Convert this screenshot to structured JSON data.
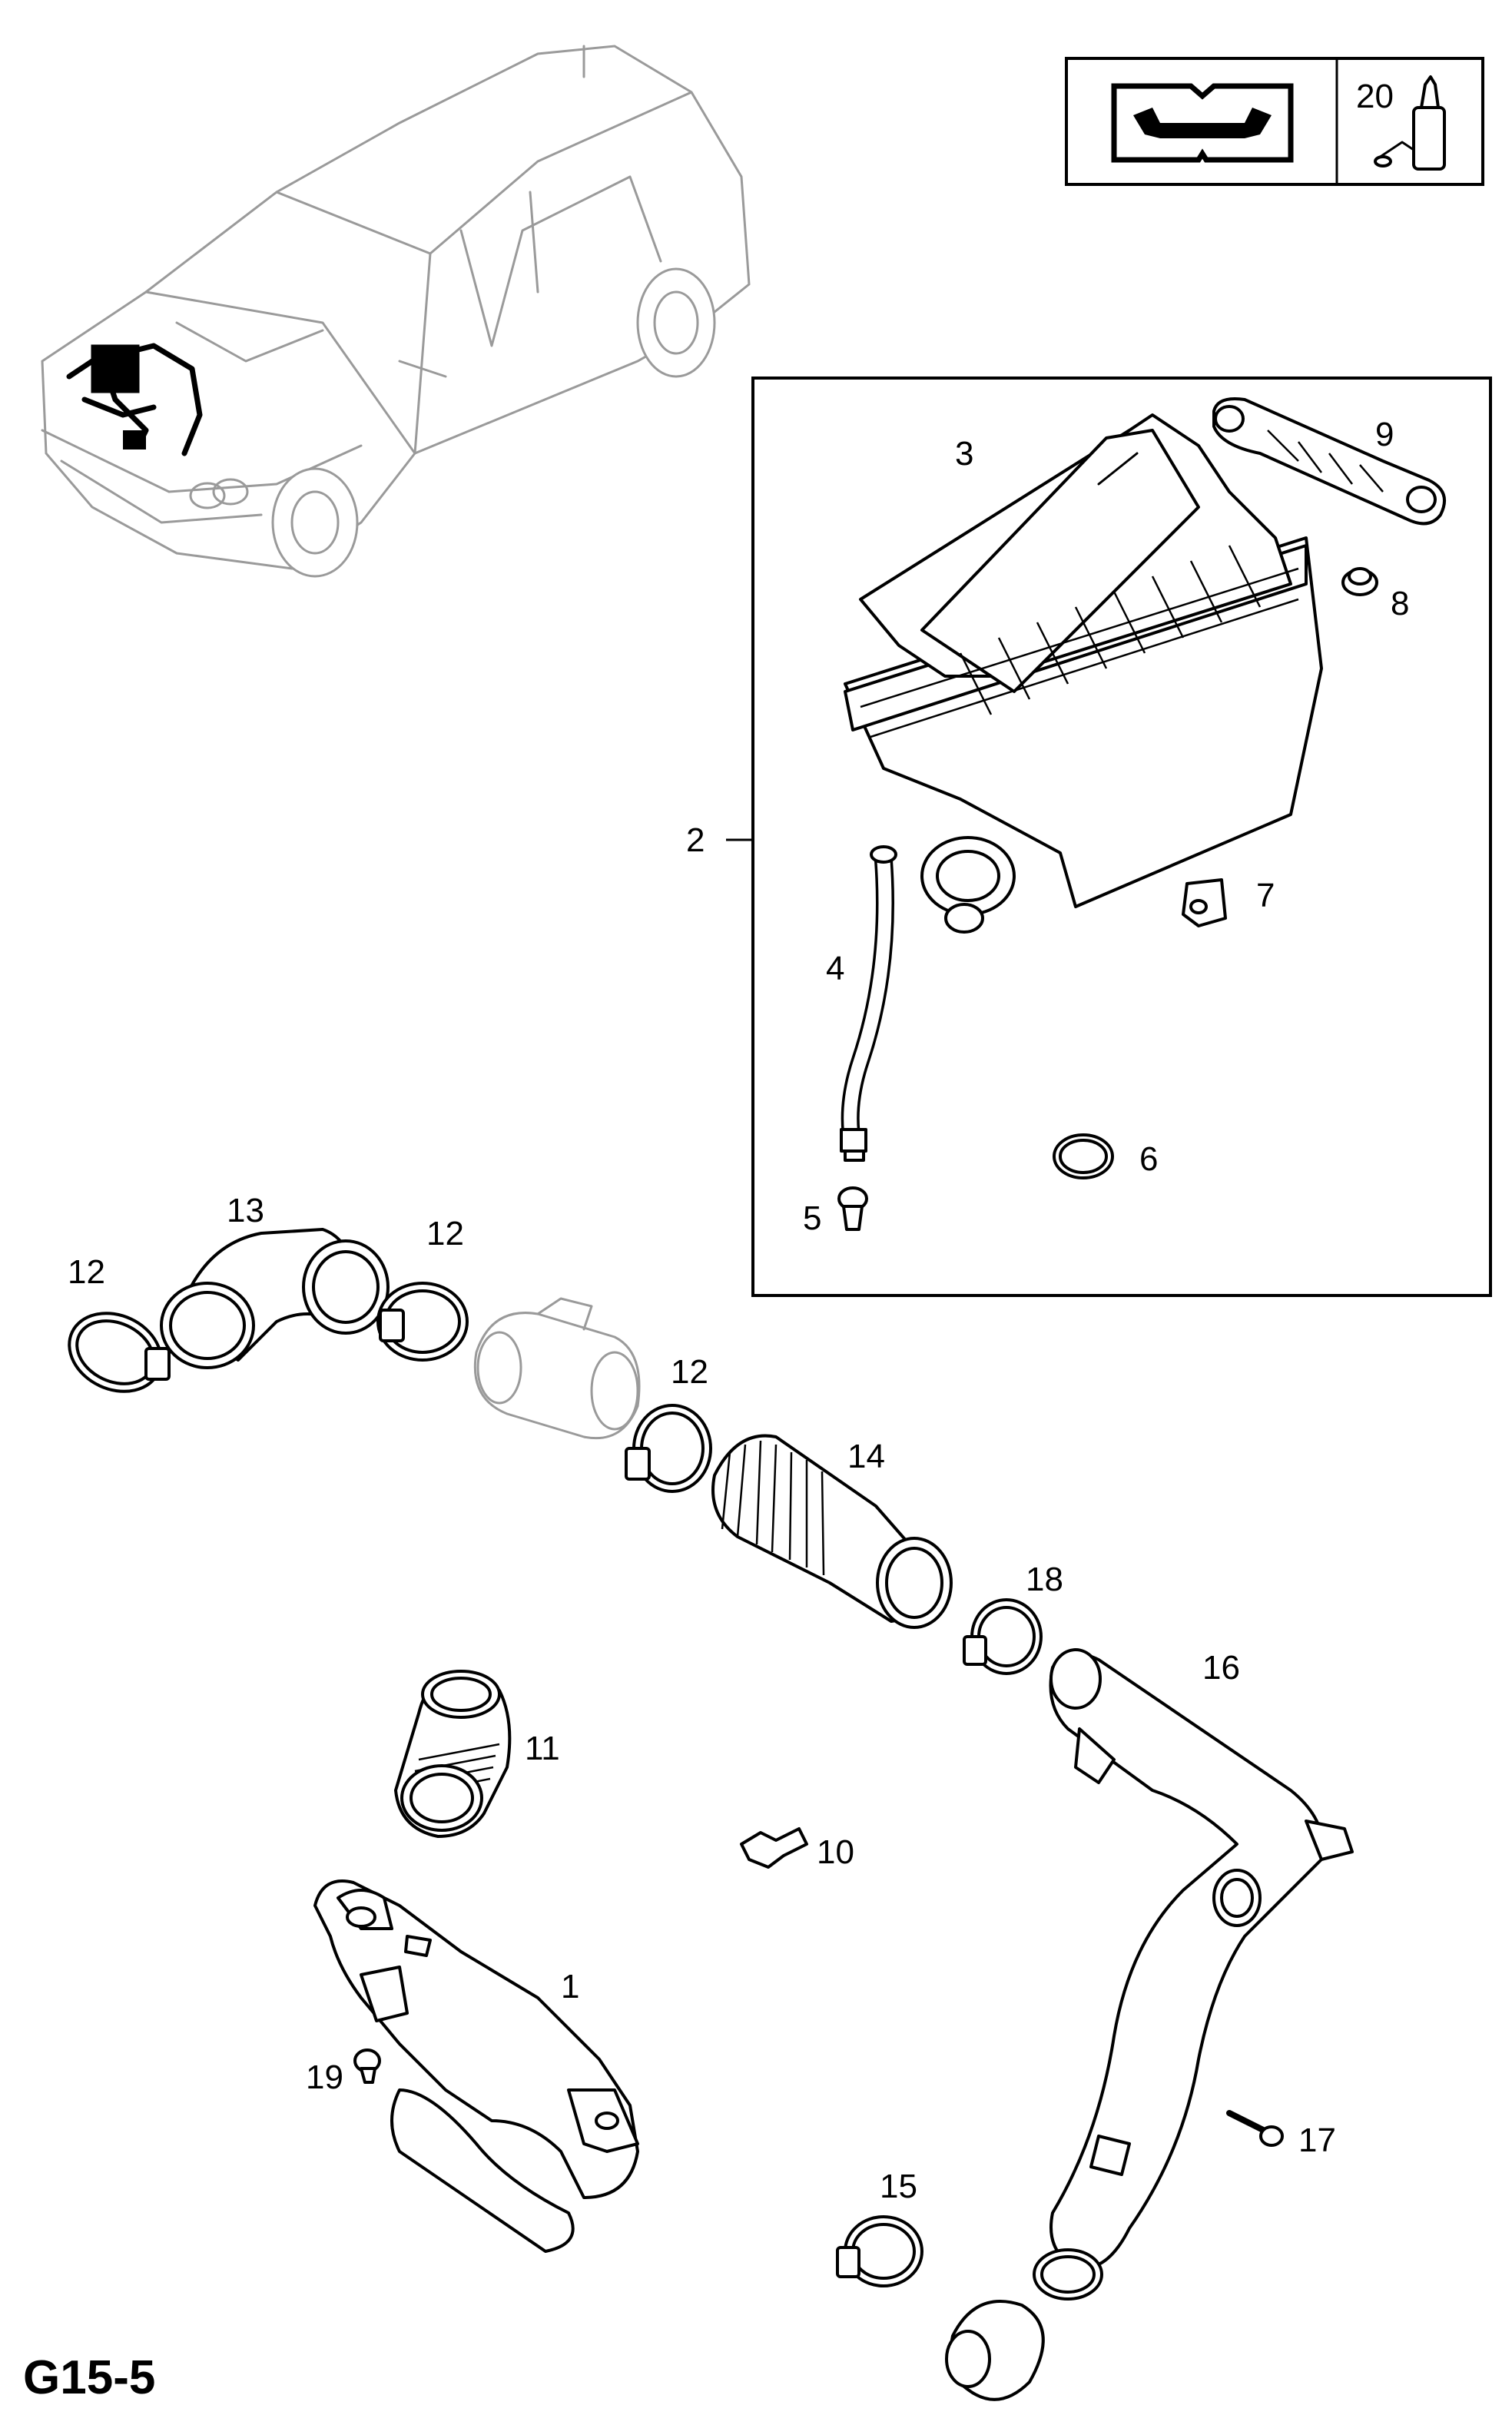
{
  "diagram_code": "G15-5",
  "info_box": {
    "icon": "service-manual-wrench-icon",
    "part_number": "20",
    "part_icon": "sealant-bottle-icon"
  },
  "callouts": {
    "p1": "1",
    "p2": "2",
    "p3": "3",
    "p4": "4",
    "p5": "5",
    "p6": "6",
    "p7": "7",
    "p8": "8",
    "p9": "9",
    "p10": "10",
    "p11": "11",
    "p12a": "12",
    "p12b": "12",
    "p12c": "12",
    "p13": "13",
    "p14": "14",
    "p15": "15",
    "p16": "16",
    "p17": "17",
    "p18": "18",
    "p19": "19"
  },
  "colors": {
    "line": "#000000",
    "vehicle": "#9a9a9a",
    "background": "#ffffff"
  }
}
